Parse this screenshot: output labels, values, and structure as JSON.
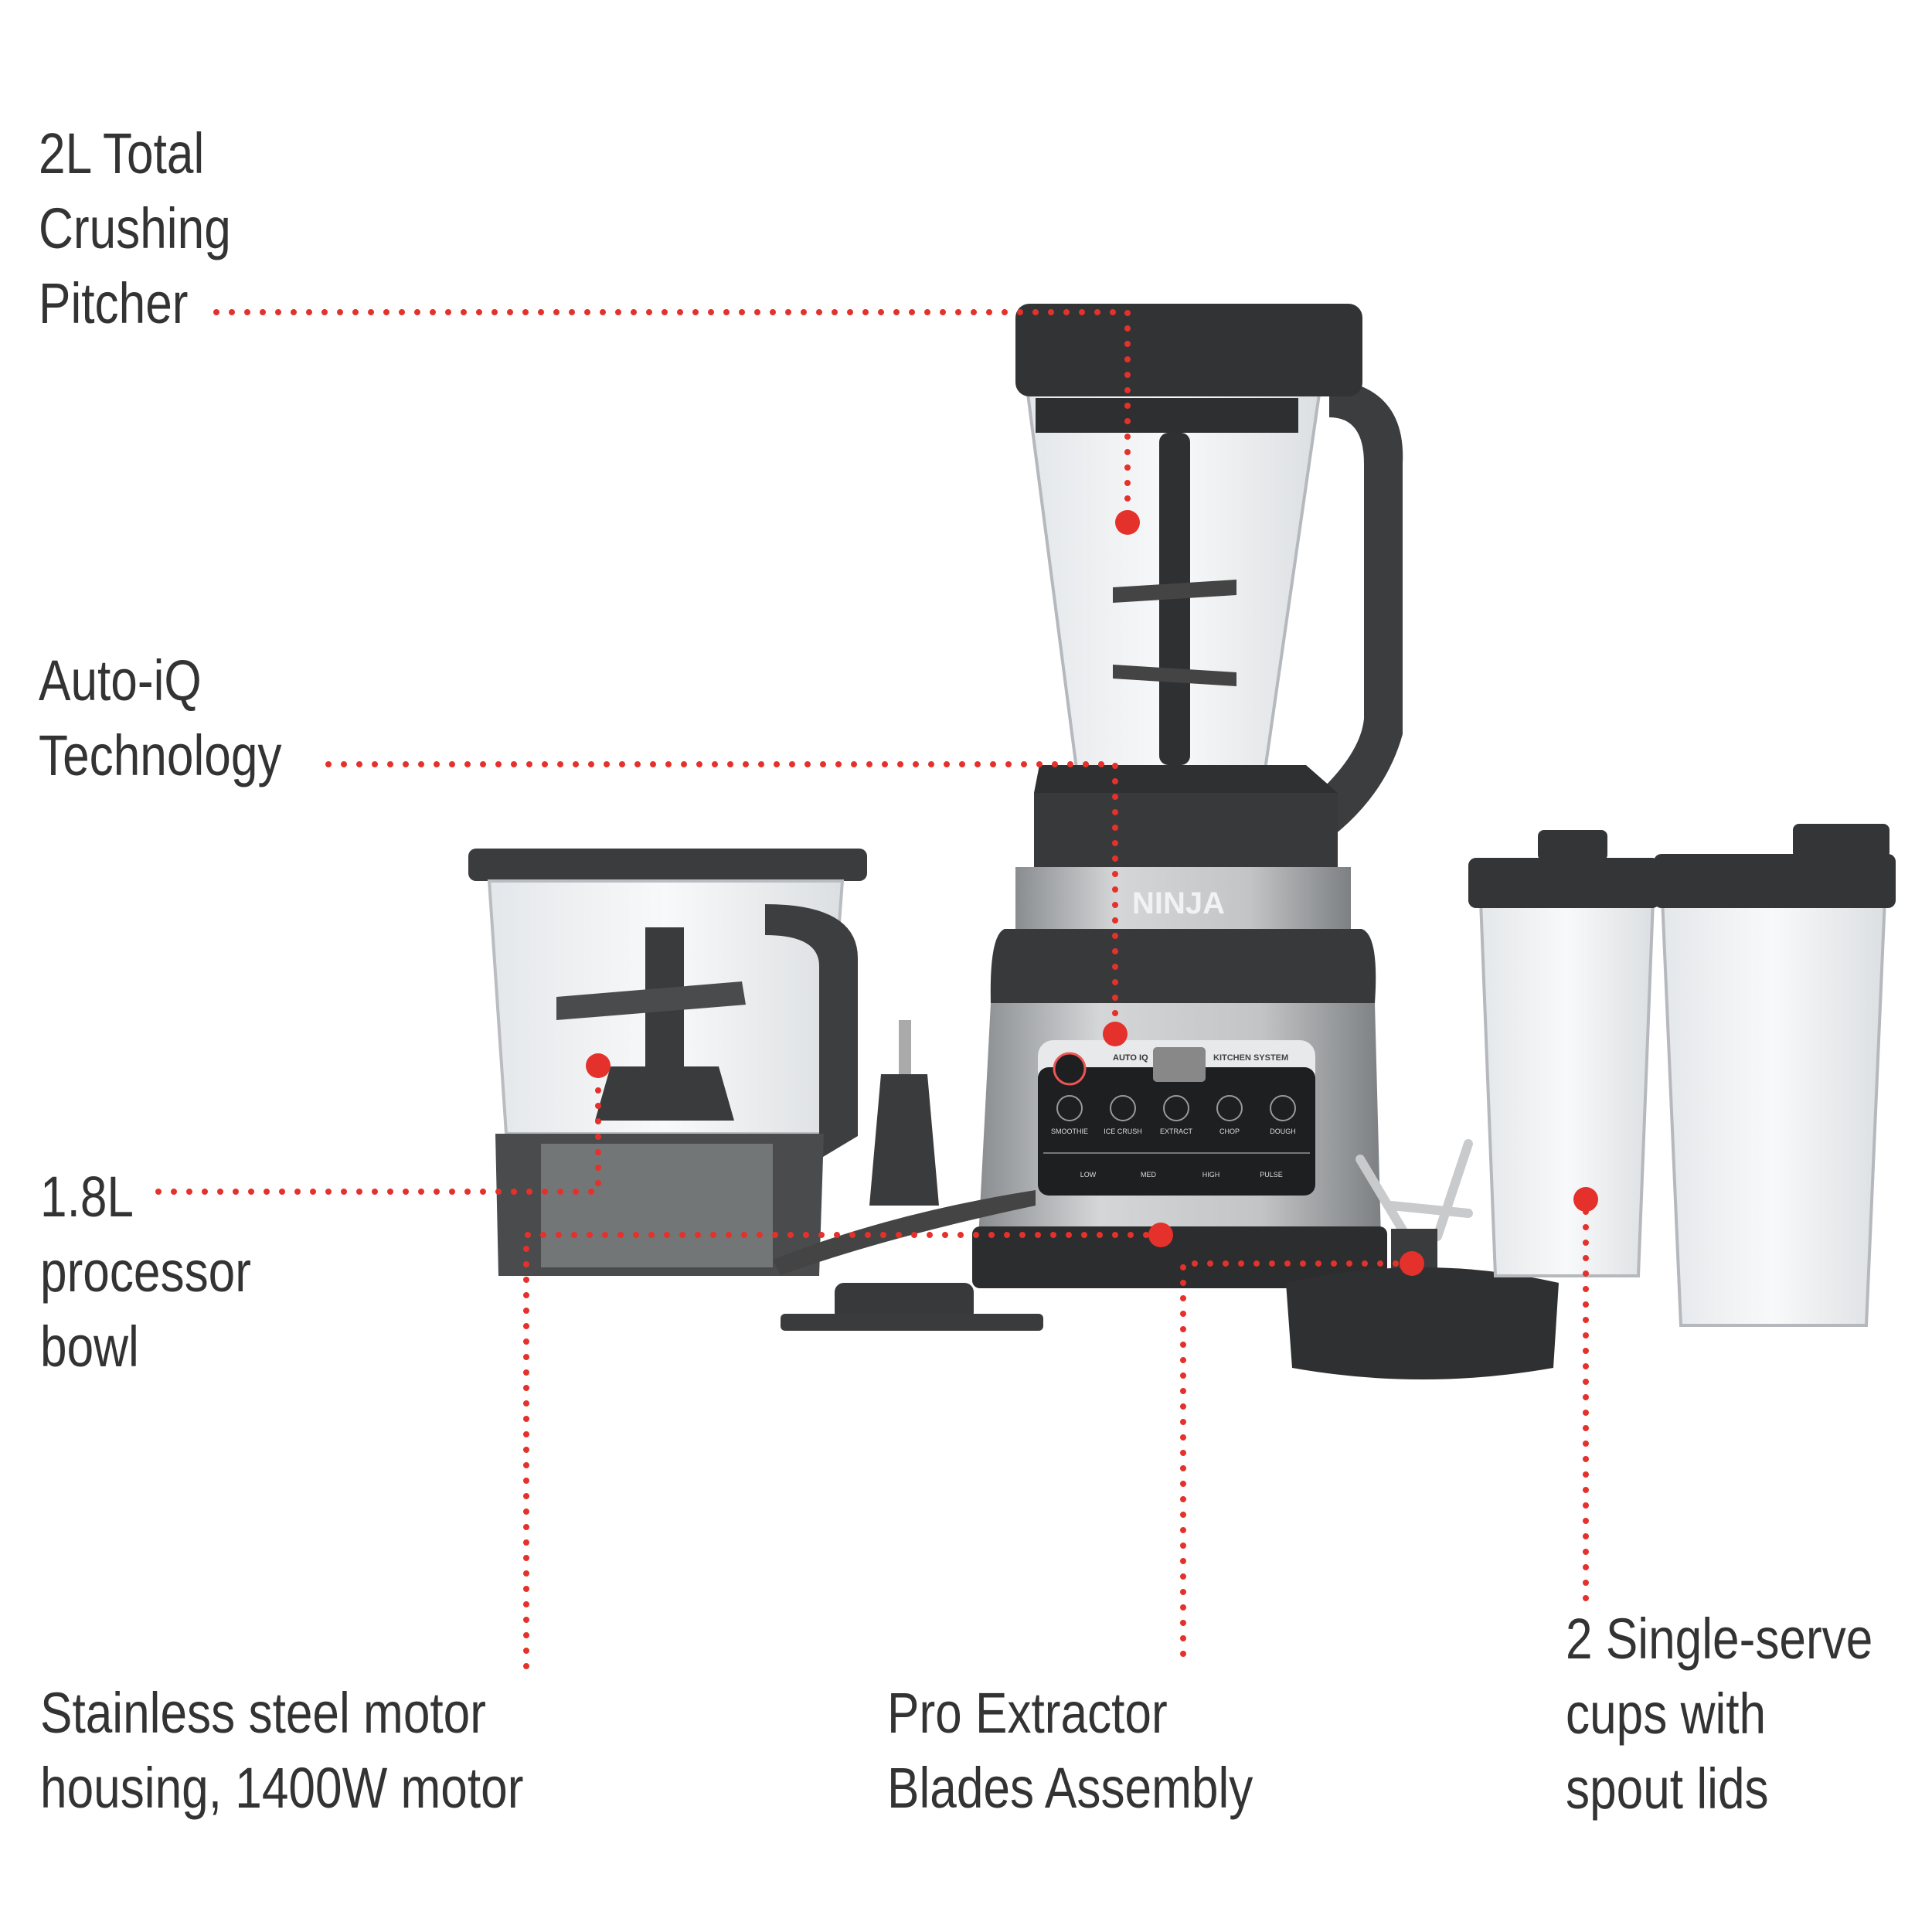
{
  "callouts": {
    "pitcher": [
      "2L Total",
      "Crushing",
      "Pitcher"
    ],
    "autoiq": [
      "Auto-iQ",
      "Technology"
    ],
    "bowl": [
      "1.8L",
      "processor",
      "bowl"
    ],
    "motor": [
      "Stainless steel motor",
      "housing, 1400W motor"
    ],
    "blades": [
      "Pro Extractor",
      "Blades Assembly"
    ],
    "cups": [
      "2 Single-serve",
      "cups with",
      "spout lids"
    ]
  },
  "product": {
    "brand": "NINJA",
    "panel_left": "AUTO IQ",
    "panel_right": "KITCHEN SYSTEM",
    "programs": [
      "SMOOTHIE",
      "ICE CRUSH",
      "EXTRACT",
      "CHOP",
      "DOUGH"
    ],
    "speeds": [
      "LOW",
      "MED",
      "HIGH",
      "PULSE"
    ]
  },
  "colors": {
    "accent": "#e5312b",
    "text": "#333333"
  }
}
